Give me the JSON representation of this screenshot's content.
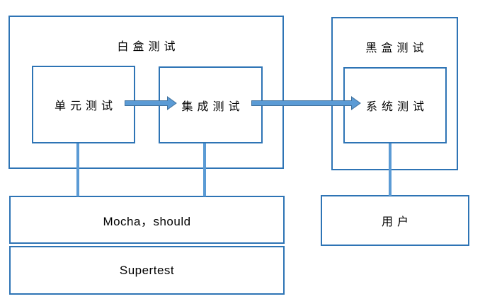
{
  "diagram": {
    "groups": {
      "white_box": {
        "label": "白盒测试"
      },
      "black_box": {
        "label": "黑盒测试"
      }
    },
    "nodes": {
      "unit_test": {
        "label": "单元测试"
      },
      "integration_test": {
        "label": "集成测试"
      },
      "system_test": {
        "label": "系统测试"
      },
      "mocha_should": {
        "label": "Mocha，should"
      },
      "supertest": {
        "label": "Supertest"
      },
      "user": {
        "label": "用户"
      }
    },
    "connections": [
      {
        "from": "unit_test",
        "to": "integration_test",
        "type": "arrow"
      },
      {
        "from": "integration_test",
        "to": "system_test",
        "type": "arrow"
      },
      {
        "from": "unit_test",
        "to": "mocha_should",
        "type": "line"
      },
      {
        "from": "integration_test",
        "to": "mocha_should",
        "type": "line"
      },
      {
        "from": "system_test",
        "to": "user",
        "type": "line"
      }
    ]
  },
  "colors": {
    "box_border": "#2e74b5",
    "connector": "#5b9bd5",
    "connector_dark": "#41719c",
    "text": "#000000",
    "bg": "#ffffff"
  }
}
